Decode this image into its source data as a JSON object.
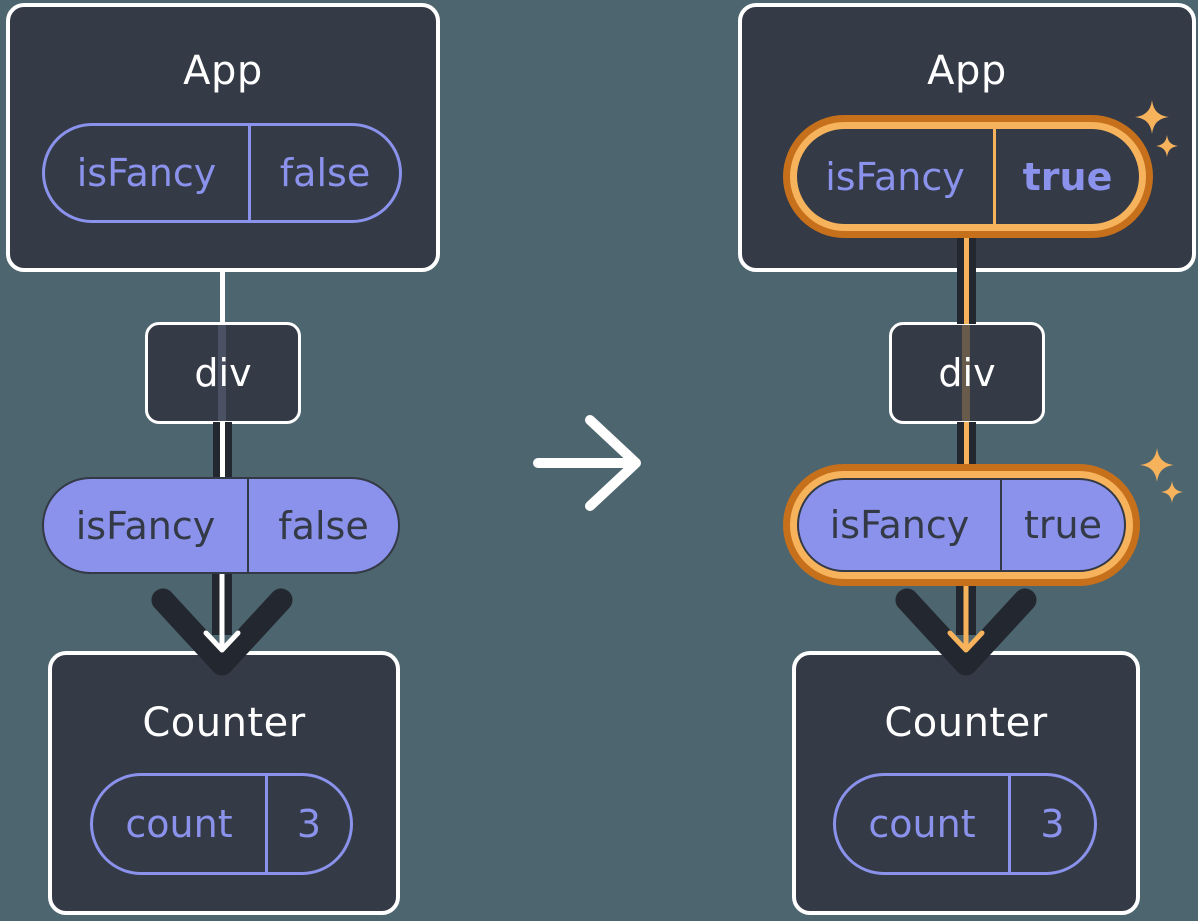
{
  "colors": {
    "background": "#4D656E",
    "card_bg": "#343A46",
    "card_border": "#FFFFFF",
    "purple": "#8A92EC",
    "dark": "#23272F",
    "dark_text": "#333945",
    "orange_dark": "#C7701C",
    "orange_light": "#F6B35C"
  },
  "left_diagram": {
    "app": {
      "title": "App",
      "state_pill": {
        "name": "isFancy",
        "value": "false"
      }
    },
    "div_node": {
      "label": "div"
    },
    "prop_pill": {
      "name": "isFancy",
      "value": "false"
    },
    "counter": {
      "title": "Counter",
      "state_pill": {
        "name": "count",
        "value": "3"
      }
    }
  },
  "transition_arrow": {
    "icon": "right-arrow"
  },
  "right_diagram": {
    "app": {
      "title": "App",
      "state_pill": {
        "name": "isFancy",
        "value": "true"
      },
      "sparkles": [
        "sparkle-large",
        "sparkle-small"
      ]
    },
    "div_node": {
      "label": "div"
    },
    "prop_pill": {
      "name": "isFancy",
      "value": "true",
      "sparkles": [
        "sparkle-large",
        "sparkle-small"
      ]
    },
    "counter": {
      "title": "Counter",
      "state_pill": {
        "name": "count",
        "value": "3"
      }
    }
  }
}
